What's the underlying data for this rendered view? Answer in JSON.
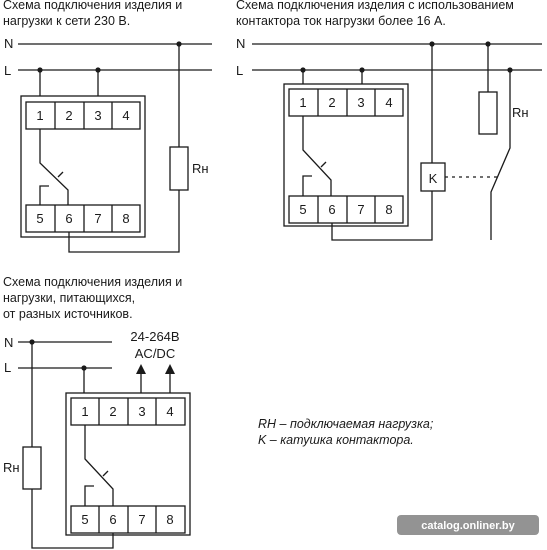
{
  "diagram1": {
    "caption_line1": "Схема подключения изделия и",
    "caption_line2": "нагрузки к сети 230 В.",
    "line_n": "N",
    "line_l": "L",
    "terminals_top": [
      "1",
      "2",
      "3",
      "4"
    ],
    "terminals_bottom": [
      "5",
      "6",
      "7",
      "8"
    ],
    "load_label": "Rн"
  },
  "diagram2": {
    "caption_line1": "Схема подключения изделия с использованием",
    "caption_line2": "контактора ток нагрузки более 16 А.",
    "line_n": "N",
    "line_l": "L",
    "terminals_top": [
      "1",
      "2",
      "3",
      "4"
    ],
    "terminals_bottom": [
      "5",
      "6",
      "7",
      "8"
    ],
    "coil_label": "K",
    "load_label": "Rн"
  },
  "diagram3": {
    "caption_line1": "Схема подключения изделия и",
    "caption_line2": "нагрузки, питающихся,",
    "caption_line3": "от разных источников.",
    "line_n": "N",
    "line_l": "L",
    "supply_line1": "24-264В",
    "supply_line2": "AC/DC",
    "terminals_top": [
      "1",
      "2",
      "3",
      "4"
    ],
    "terminals_bottom": [
      "5",
      "6",
      "7",
      "8"
    ],
    "load_label": "Rн"
  },
  "legend": {
    "line1": "RH – подключаемая нагрузка;",
    "line2": "K – катушка контактора."
  },
  "watermark": "catalog.onliner.by",
  "colors": {
    "ink": "#1a1a1a",
    "background": "#ffffff"
  }
}
